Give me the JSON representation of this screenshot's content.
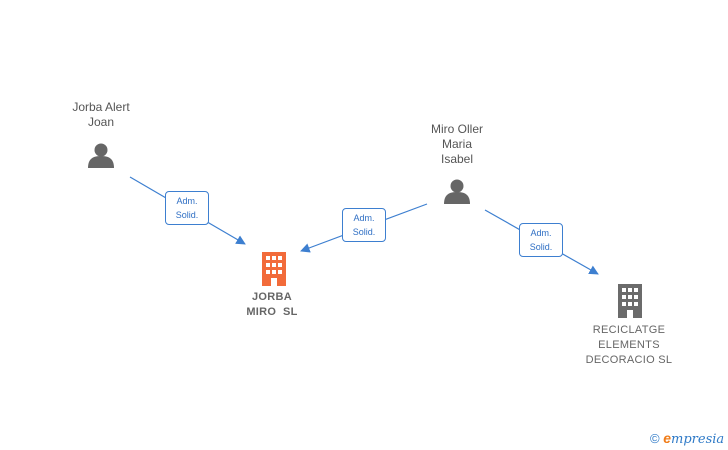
{
  "persons": [
    {
      "id": "p1",
      "name_lines": [
        "Jorba Alert",
        "Joan"
      ]
    },
    {
      "id": "p2",
      "name_lines": [
        "Miro Oller",
        "Maria",
        "Isabel"
      ]
    }
  ],
  "companies": [
    {
      "id": "c1",
      "name_lines": [
        "JORBA",
        "MIRO  SL"
      ],
      "color": "#f26b3a"
    },
    {
      "id": "c2",
      "name_lines": [
        "RECICLATGE",
        "ELEMENTS",
        "DECORACIO SL"
      ],
      "color": "#6b6b6b"
    }
  ],
  "relations": [
    {
      "from": "p1",
      "to": "c1",
      "label_lines": [
        "Adm.",
        "Solid."
      ]
    },
    {
      "from": "p2",
      "to": "c1",
      "label_lines": [
        "Adm.",
        "Solid."
      ]
    },
    {
      "from": "p2",
      "to": "c2",
      "label_lines": [
        "Adm.",
        "Solid."
      ]
    }
  ],
  "colors": {
    "edge": "#3d7fd0",
    "person_icon": "#666666",
    "label_text": "#2f6fc4"
  },
  "footer": {
    "copyright_symbol": "©",
    "brand_initial": "e",
    "brand_rest": "mpresia"
  }
}
